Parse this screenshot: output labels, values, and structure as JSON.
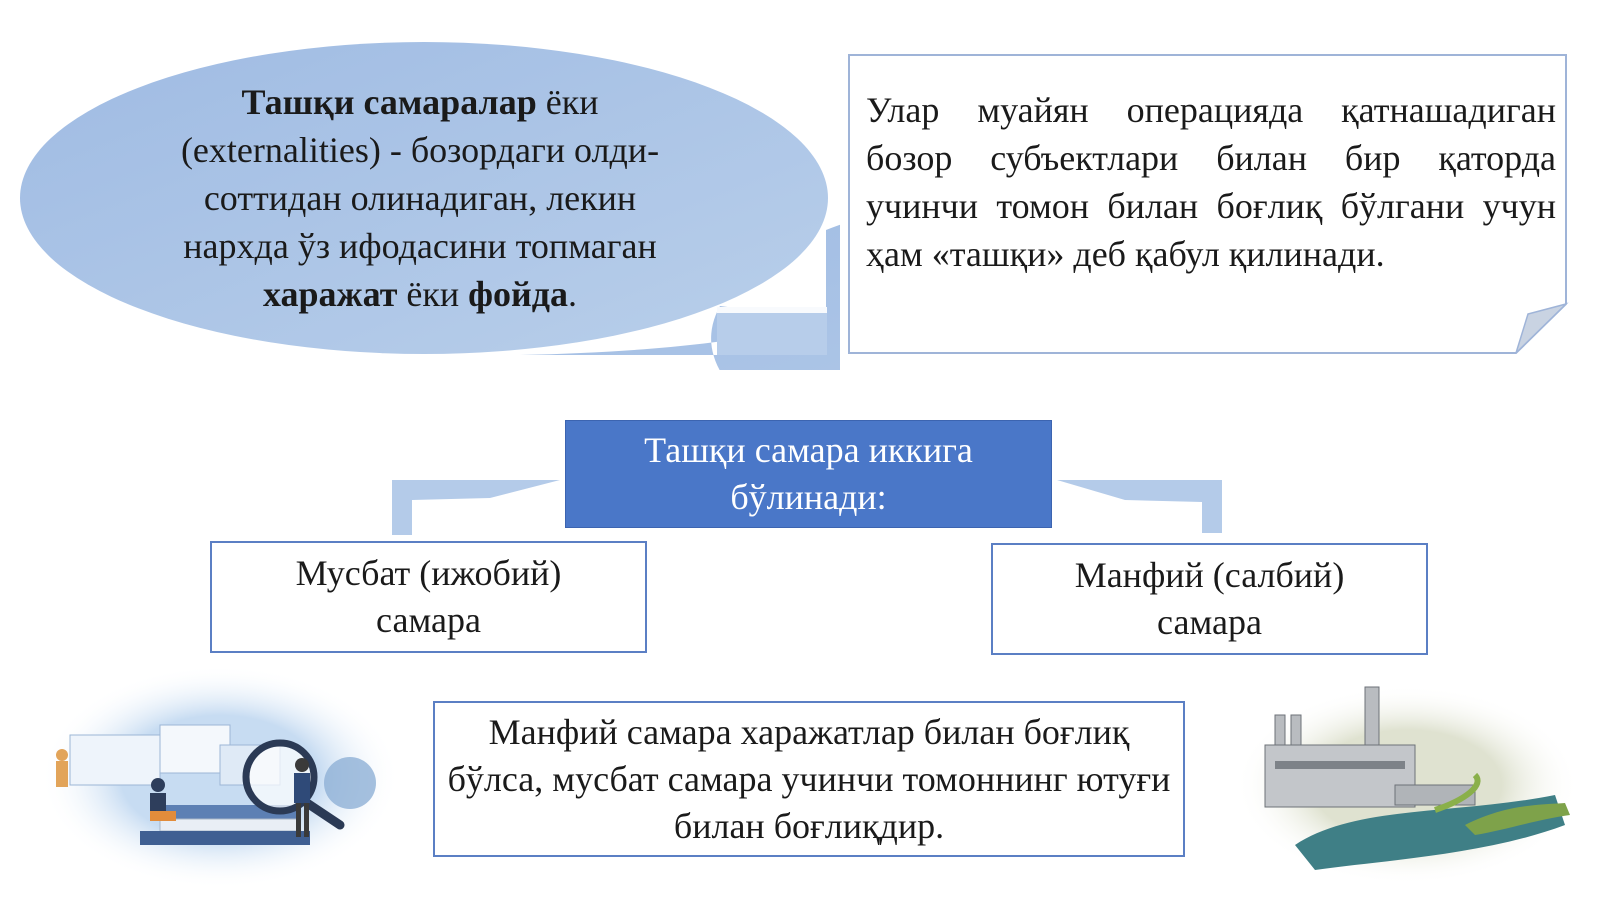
{
  "definition": {
    "term": "Ташқи самаралар",
    "line1_rest": " ёки",
    "line2": "(externalities) - бозордаги олди-",
    "line3": "соттидан олинадиган, лекин",
    "line4": "нархда ўз ифодасини топмаган",
    "cost_word": "харажат",
    "or_word": " ёки ",
    "benefit_word": "фойда",
    "period": "."
  },
  "note": {
    "text": "Улар муайян операцияда қатнашадиган бозор субъектлари билан бир қаторда учинчи томон билан боғлиқ бўлгани учун ҳам «ташқи» деб қабул қилинади."
  },
  "header": {
    "text": "Ташқи самара иккига бўлинади:"
  },
  "categories": [
    {
      "label": "Мусбат (ижобий) самара"
    },
    {
      "label": "Манфий (салбий) самара"
    }
  ],
  "explanation": {
    "text": "Манфий самара харажатлар билан боғлиқ бўлса, мусбат самара учинчи томоннинг ютуғи билан боғлиқдир."
  },
  "colors": {
    "bubble_fill": "#a9c4e6",
    "header_fill": "#4a77c8",
    "box_border": "#5b7fc4",
    "connector": "#b4cbe9"
  },
  "illustrations": {
    "left": "research-magnifier-illustration",
    "right": "factory-pollution-illustration"
  }
}
